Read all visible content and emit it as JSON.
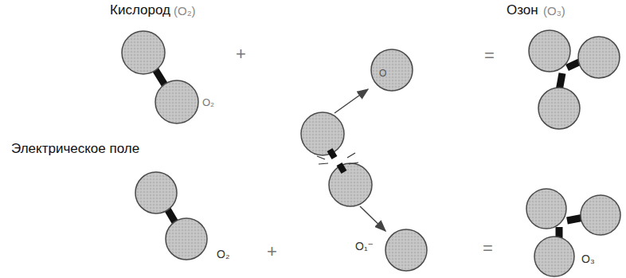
{
  "diagram": {
    "labels": [
      "Кислород",
      "(O₂)",
      "Озон",
      "(O₃)",
      "Электрическое поле",
      "O₂",
      "+",
      "O",
      "=",
      "O₂",
      "+",
      "O₁⁻",
      "=",
      "O₃"
    ]
  }
}
